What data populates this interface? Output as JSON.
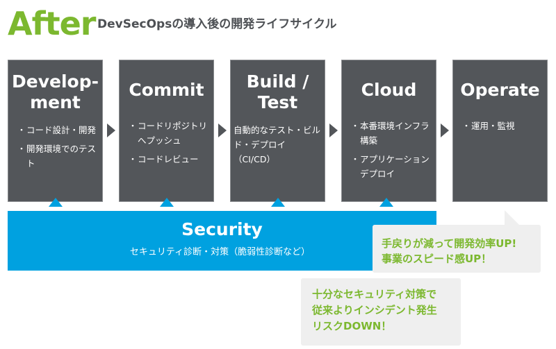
{
  "header": {
    "title": "After",
    "subtitle": "DevSecOpsの導入後の開発ライフサイクル"
  },
  "colors": {
    "accent_green": "#7cb82f",
    "stage_gray": "#53565a",
    "security_blue": "#00a1e0",
    "bubble_gray": "#efefef"
  },
  "stages": [
    {
      "title_lines": [
        "Develop-",
        "ment"
      ],
      "items": [
        "コード設計・開発",
        "開発環境でのテスト"
      ]
    },
    {
      "title_lines": [
        "Commit"
      ],
      "items": [
        "コードリポジトリへプッシュ",
        "コードレビュー"
      ]
    },
    {
      "title_lines": [
        "Build /",
        "Test"
      ],
      "paragraph": "自動的なテスト・ビルド・デプロイ（CI/CD）"
    },
    {
      "title_lines": [
        "Cloud"
      ],
      "items": [
        "本番環境インフラ構築",
        "アプリケーションデプロイ"
      ]
    },
    {
      "title_lines": [
        "Operate"
      ],
      "items": [
        "運用・監視"
      ]
    }
  ],
  "bullet": "・",
  "security": {
    "title": "Security",
    "description": "セキュリティ診断・対策（脆弱性診断など）"
  },
  "callouts": [
    {
      "lines": [
        "手戻りが減って開発効率UP!",
        "事業のスピード感UP！"
      ]
    },
    {
      "lines": [
        "十分なセキュリティ対策で",
        "従来よりインシデント発生",
        "リスクDOWN！"
      ]
    }
  ]
}
